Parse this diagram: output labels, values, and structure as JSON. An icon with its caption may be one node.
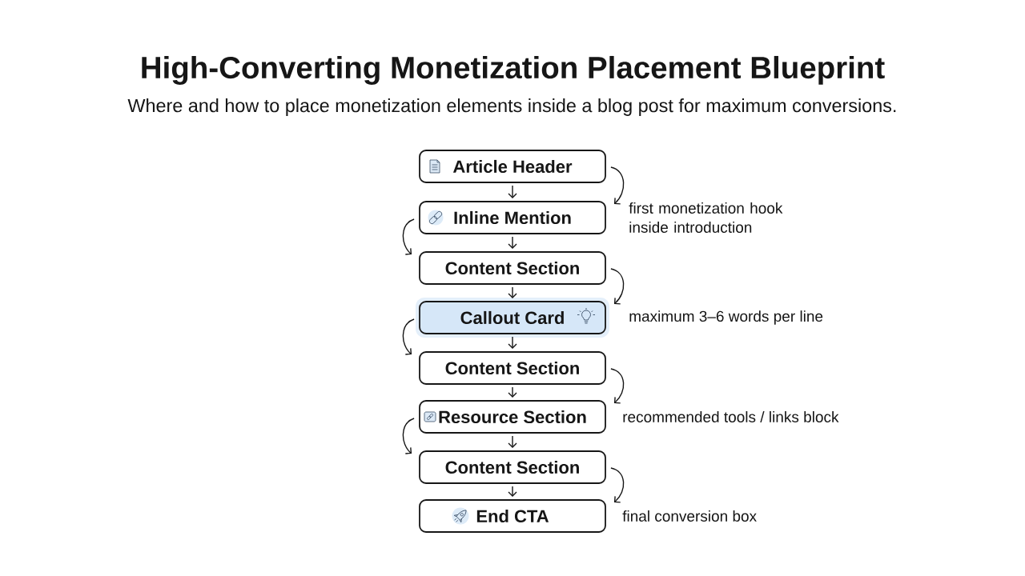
{
  "diagram": {
    "title": "High-Converting Monetization Placement Blueprint",
    "nodes": [
      {
        "text": [
          "Article Header"
        ]
      },
      {
        "text": [
          "Inline Mention"
        ],
        "beside": [
          "first monetization hook inside introduction"
        ]
      },
      {
        "text": [
          "Content Section"
        ]
      },
      {
        "text": [
          "Callout Card"
        ],
        "beside": [
          "maximum 3–6 words per line"
        ]
      },
      {
        "text": [
          "Content Section"
        ]
      },
      {
        "text": [
          "Resource Section"
        ],
        "beside": [
          "recommended tools / links block"
        ]
      },
      {
        "text": [
          "Content Section"
        ]
      },
      {
        "text": [
          "End CTA"
        ],
        "beside": [
          "final conversion box"
        ]
      }
    ],
    "edges": [
      {
        "from": 0,
        "to": 1,
        "arrow": "to"
      },
      {
        "from": 1,
        "to": 2,
        "arrow": "to"
      },
      {
        "from": 2,
        "to": 3,
        "arrow": "to"
      },
      {
        "from": 3,
        "to": 4,
        "arrow": "to"
      },
      {
        "from": 4,
        "to": 5,
        "arrow": "to"
      },
      {
        "from": 5,
        "to": 6,
        "arrow": "to"
      },
      {
        "from": 6,
        "to": 7,
        "arrow": "to"
      },
      {
        "from": 0,
        "to": 1,
        "arrow": "to"
      },
      {
        "from": 1,
        "to": 2,
        "arrow": "to"
      },
      {
        "from": 2,
        "to": 3,
        "arrow": "to"
      },
      {
        "from": 3,
        "to": 4,
        "arrow": "to"
      },
      {
        "from": 4,
        "to": 5,
        "arrow": "to"
      },
      {
        "from": 5,
        "to": 6,
        "arrow": "to"
      },
      {
        "from": 6,
        "to": 7,
        "arrow": "to"
      }
    ],
    "labels": [
      "Where and how to place monetization elements inside a blog post for maximum conversions."
    ]
  }
}
